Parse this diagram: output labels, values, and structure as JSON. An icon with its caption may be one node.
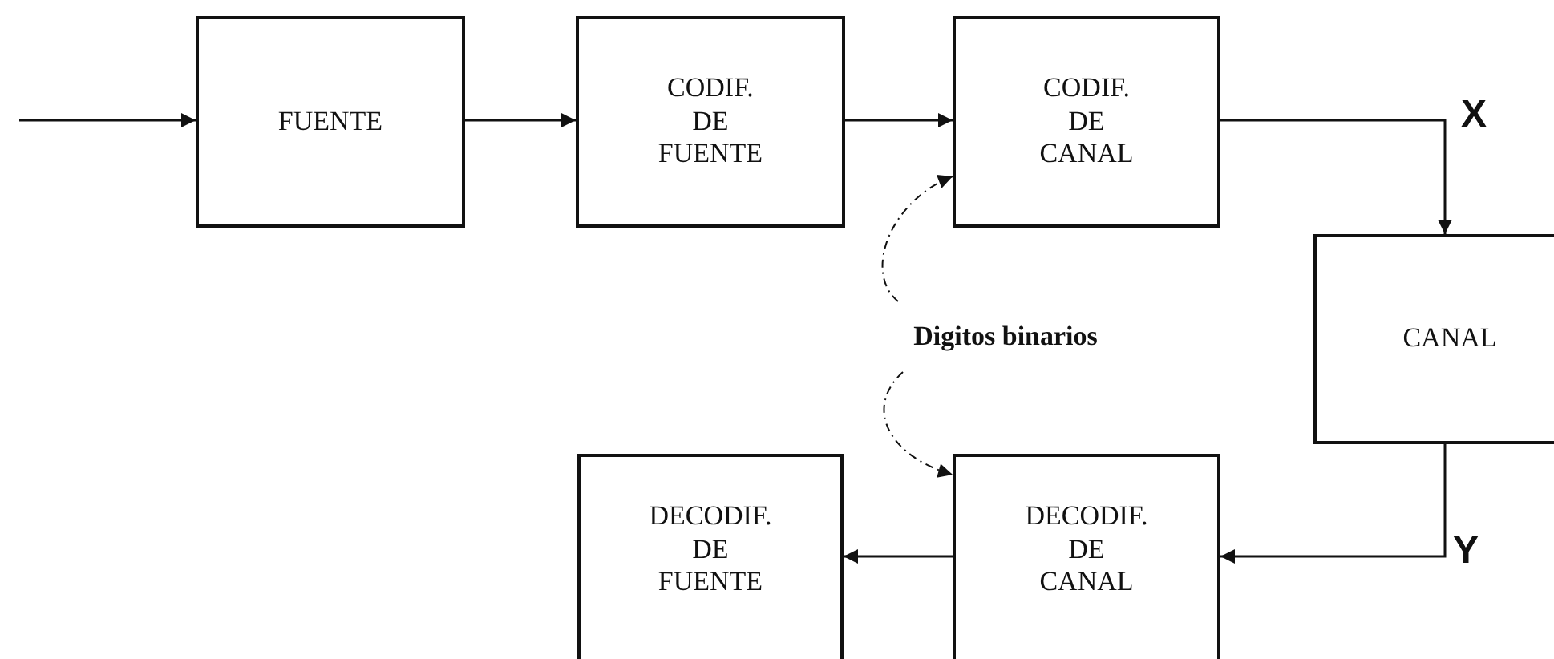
{
  "diagram": {
    "nodes": [
      {
        "text": [
          "FUENTE"
        ]
      },
      {
        "text": [
          "CODIF. DE FUENTE"
        ]
      },
      {
        "text": [
          "CODIF. DE CANAL"
        ]
      },
      {
        "text": [
          "CANAL"
        ]
      },
      {
        "text": [
          "DECODIF. DE FUENTE"
        ]
      },
      {
        "text": [
          "DECODIF. DE CANAL"
        ]
      },
      {
        "text": [
          "Digitos binarios"
        ]
      }
    ],
    "edges": [
      {
        "from": null,
        "to": 0,
        "arrow": "to"
      },
      {
        "from": 0,
        "to": 1,
        "arrow": "to"
      },
      {
        "from": 1,
        "to": 2,
        "arrow": "to"
      },
      {
        "from": 2,
        "to": 3,
        "arrow": "to"
      },
      {
        "from": 3,
        "to": 5,
        "arrow": "to"
      },
      {
        "from": 5,
        "to": 4,
        "arrow": "to"
      },
      {
        "from": 6,
        "to": 2,
        "arrow": "to",
        "style": "dashed"
      },
      {
        "from": 6,
        "to": 5,
        "arrow": "to",
        "style": "dashed"
      }
    ],
    "labels": [
      "X",
      "Y"
    ]
  }
}
